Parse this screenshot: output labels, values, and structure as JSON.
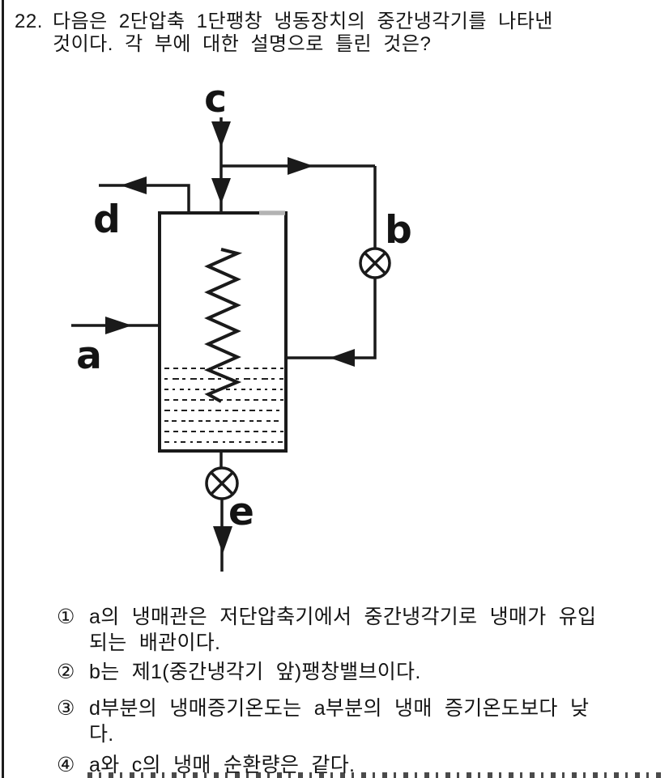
{
  "question": {
    "number": "22.",
    "lines": [
      "다음은 2단압축 1단팽창 냉동장치의 중간냉각기를 나타낸",
      "것이다. 각 부에 대한 설명으로 틀린 것은?"
    ]
  },
  "diagram": {
    "type": "two-stage-compression one-stage-expansion intercooler schematic",
    "labels": {
      "a": "a",
      "b": "b",
      "c": "c",
      "d": "d",
      "e": "e"
    },
    "ink_color": "#1a1a1a",
    "vessel_top_gray": "#b3b3b3",
    "valves": [
      "expansion-valve-b",
      "expansion-valve-e"
    ]
  },
  "options": [
    {
      "num": "①",
      "lines": [
        "a의 냉매관은 저단압축기에서 중간냉각기로 냉매가 유입",
        "되는 배관이다."
      ]
    },
    {
      "num": "②",
      "lines": [
        "b는 제1(중간냉각기 앞)팽창밸브이다."
      ]
    },
    {
      "num": "③",
      "lines": [
        "d부분의 냉매증기온도는 a부분의 냉매 증기온도보다 낮",
        "다."
      ]
    },
    {
      "num": "④",
      "lines": [
        "a와 c의 냉매 순환량은 같다."
      ]
    }
  ]
}
